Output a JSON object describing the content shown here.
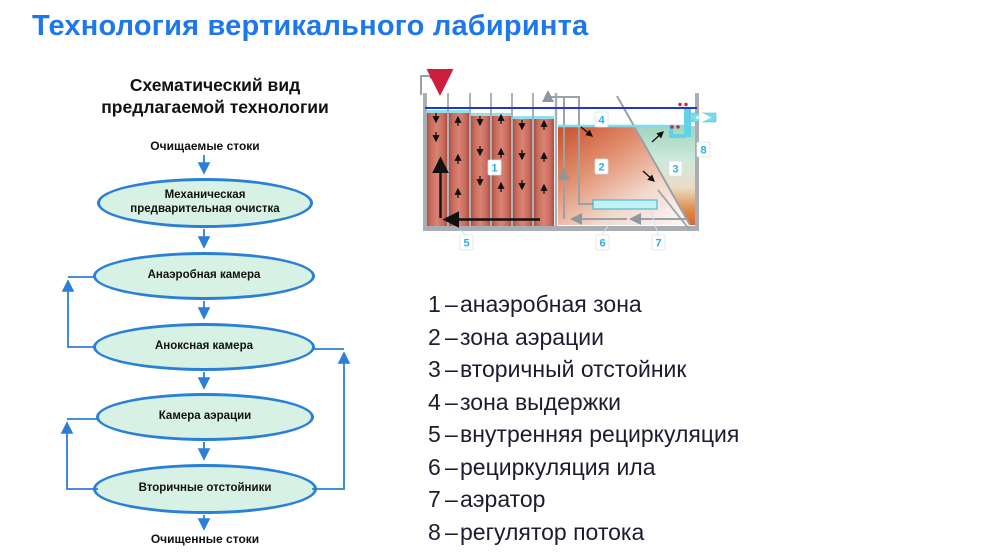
{
  "title": "Технология вертикального лабиринта",
  "flowchart": {
    "heading_line1": "Схематический вид",
    "heading_line2": "предлагаемой технологии",
    "source_label": "Очищаемые стоки",
    "nodes": [
      {
        "label": "Механическая предварительная очистка"
      },
      {
        "label": "Анаэробная камера"
      },
      {
        "label": "Аноксная камера"
      },
      {
        "label": "Камера аэрации"
      },
      {
        "label": "Вторичные отстойники"
      }
    ],
    "sink_label": "Очищенные стоки"
  },
  "tank": {
    "markers": [
      "1",
      "2",
      "3",
      "4",
      "5",
      "6",
      "7",
      "8"
    ]
  },
  "legend": {
    "dash": "–",
    "items": [
      {
        "num": "1",
        "label": "анаэробная зона"
      },
      {
        "num": "2",
        "label": "зона аэрации"
      },
      {
        "num": "3",
        "label": "вторичный отстойник"
      },
      {
        "num": "4",
        "label": "зона выдержки"
      },
      {
        "num": "5",
        "label": "внутренняя рециркуляция"
      },
      {
        "num": "6",
        "label": "рециркуляция ила"
      },
      {
        "num": "7",
        "label": "аэратор"
      },
      {
        "num": "8",
        "label": "регулятор потока"
      }
    ]
  },
  "colors": {
    "title_blue": "#1e78ec",
    "node_border_blue": "#2a7fd6",
    "node_fill_mint": "#d7f1e4",
    "marker_cyan": "#28b2de",
    "water_line_blue": "#2336cc",
    "water_strip_cyan": "#7fdbe8",
    "channel_red": "#c96a5c",
    "inlet_arrow_red": "#cc1f3d",
    "legend_text": "#1c1c30"
  }
}
